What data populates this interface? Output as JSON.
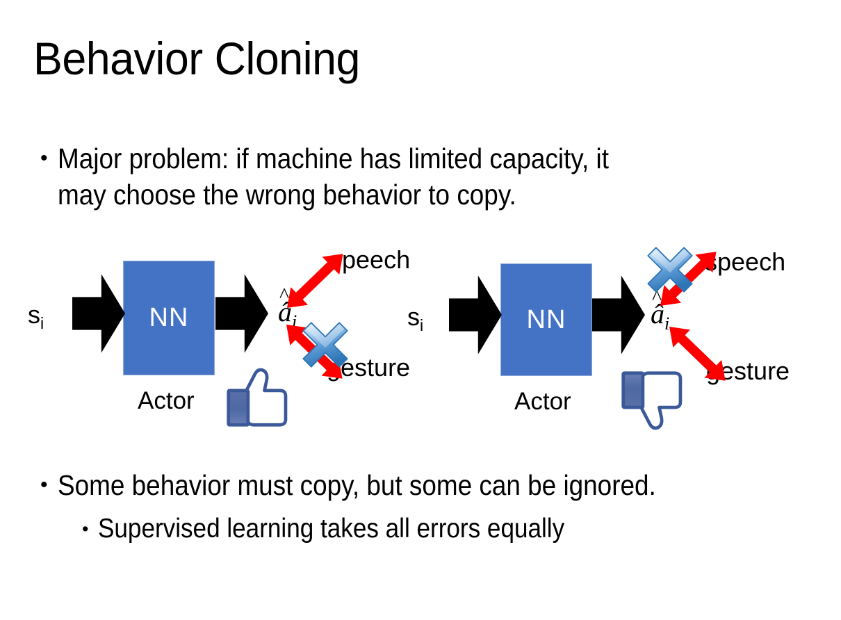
{
  "slide": {
    "title": "Behavior Cloning",
    "background_color": "#FFFFFF"
  },
  "bullets": [
    {
      "marker": "•",
      "level": 1,
      "text": "Major problem: if machine has limited capacity, it\nmay choose the wrong behavior to copy."
    },
    {
      "marker": "•",
      "level": 1,
      "text": "Some behavior must copy, but some can be ignored."
    },
    {
      "marker": "•",
      "level": 2,
      "text": "Supervised learning takes all errors equally"
    }
  ],
  "diagrams": [
    {
      "id": "left",
      "caption": "Actor",
      "input_label": "s",
      "input_subscript": "i",
      "box_label": "NN",
      "output_label": "â",
      "output_subscript": "i",
      "branches": [
        {
          "name": "speech",
          "label": "speech",
          "crossed_out": false
        },
        {
          "name": "gesture",
          "label": "gesture",
          "crossed_out": true
        }
      ],
      "verdict_icon": "thumbs-up-icon",
      "verdict": "approved"
    },
    {
      "id": "right",
      "caption": "Actor",
      "input_label": "s",
      "input_subscript": "i",
      "box_label": "NN",
      "output_label": "â",
      "output_subscript": "i",
      "branches": [
        {
          "name": "speech",
          "label": "speech",
          "crossed_out": true
        },
        {
          "name": "gesture",
          "label": "gesture",
          "crossed_out": false
        }
      ],
      "verdict_icon": "thumbs-down-icon",
      "verdict": "rejected"
    }
  ],
  "colors": {
    "nn_box_fill": "#4472C4",
    "nn_box_border": "#8FAADC",
    "arrow_black": "#000000",
    "arrow_red": "#FF0000",
    "cross_blue_light": "#CFE2F8",
    "cross_blue_mid": "#5B9BD5",
    "cross_blue_dark": "#2E75B6",
    "thumb_outline": "#3B5998",
    "thumb_cuff": "#4E69A2",
    "thumb_fill": "#FFFFFF",
    "thumb_shadow": "#E4E7EC",
    "text": "#000000"
  }
}
